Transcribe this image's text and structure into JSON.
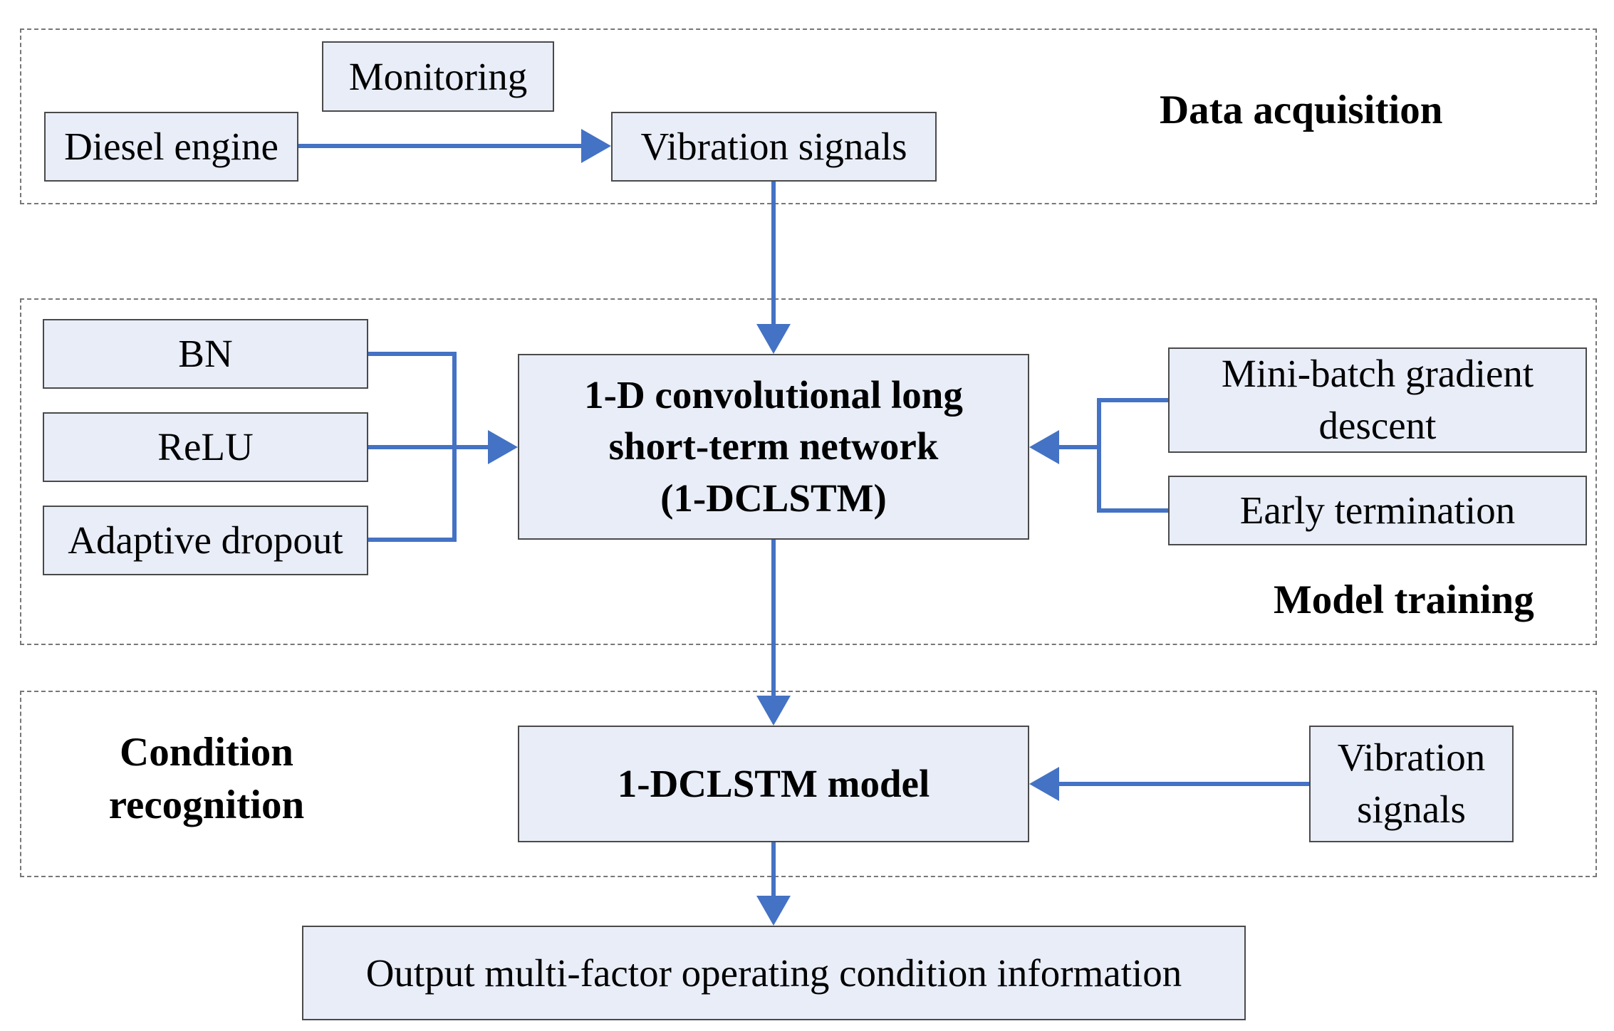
{
  "sections": {
    "data_acquisition": "Data acquisition",
    "model_training": "Model training",
    "condition_recognition_line1": "Condition",
    "condition_recognition_line2": "recognition"
  },
  "nodes": {
    "monitoring": "Monitoring",
    "diesel_engine": "Diesel engine",
    "vibration_signals_top": "Vibration signals",
    "bn": "BN",
    "relu": "ReLU",
    "adaptive_dropout": "Adaptive dropout",
    "network_line1": "1-D convolutional long",
    "network_line2": "short-term network",
    "network_line3": "(1-DCLSTM)",
    "minibatch_line1": "Mini-batch gradient",
    "minibatch_line2": "descent",
    "early_termination": "Early termination",
    "model": "1-DCLSTM model",
    "vibration_signals_bottom_line1": "Vibration",
    "vibration_signals_bottom_line2": "signals",
    "output": "Output multi-factor operating condition information"
  },
  "colors": {
    "arrow": "#4472c4",
    "box_fill": "#e8edf7",
    "box_border": "#4a4a4a",
    "region_border": "#777777"
  }
}
